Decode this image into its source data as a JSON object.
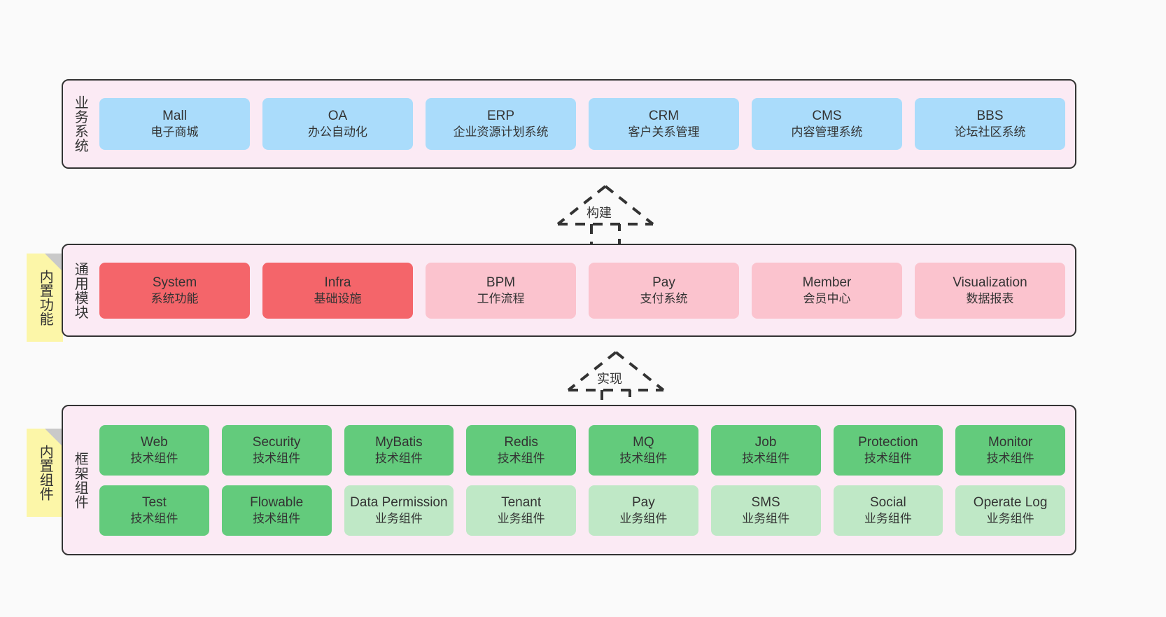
{
  "diagram": {
    "background": "#fafafa",
    "panel_fill": "#fbeaf4",
    "panel_stroke": "#333333",
    "note_fill": "#fcf6a8"
  },
  "layers": [
    {
      "id": "business-system",
      "title": "业务系统",
      "note": null,
      "rows": [
        {
          "cards": [
            {
              "title": "Mall",
              "sub": "电子商城",
              "color": "blue"
            },
            {
              "title": "OA",
              "sub": "办公自动化",
              "color": "blue"
            },
            {
              "title": "ERP",
              "sub": "企业资源计划系统",
              "color": "blue"
            },
            {
              "title": "CRM",
              "sub": "客户关系管理",
              "color": "blue"
            },
            {
              "title": "CMS",
              "sub": "内容管理系统",
              "color": "blue"
            },
            {
              "title": "BBS",
              "sub": "论坛社区系统",
              "color": "blue"
            }
          ]
        }
      ]
    },
    {
      "id": "common-modules",
      "title": "通用模块",
      "note": "内置功能",
      "rows": [
        {
          "cards": [
            {
              "title": "System",
              "sub": "系统功能",
              "color": "red"
            },
            {
              "title": "Infra",
              "sub": "基础设施",
              "color": "red"
            },
            {
              "title": "BPM",
              "sub": "工作流程",
              "color": "pink"
            },
            {
              "title": "Pay",
              "sub": "支付系统",
              "color": "pink"
            },
            {
              "title": "Member",
              "sub": "会员中心",
              "color": "pink"
            },
            {
              "title": "Visualization",
              "sub": "数据报表",
              "color": "pink"
            }
          ]
        }
      ]
    },
    {
      "id": "framework-components",
      "title": "框架组件",
      "note": "内置组件",
      "rows": [
        {
          "cards": [
            {
              "title": "Web",
              "sub": "技术组件",
              "color": "green"
            },
            {
              "title": "Security",
              "sub": "技术组件",
              "color": "green"
            },
            {
              "title": "MyBatis",
              "sub": "技术组件",
              "color": "green"
            },
            {
              "title": "Redis",
              "sub": "技术组件",
              "color": "green"
            },
            {
              "title": "MQ",
              "sub": "技术组件",
              "color": "green"
            },
            {
              "title": "Job",
              "sub": "技术组件",
              "color": "green"
            },
            {
              "title": "Protection",
              "sub": "技术组件",
              "color": "green"
            },
            {
              "title": "Monitor",
              "sub": "技术组件",
              "color": "green"
            }
          ]
        },
        {
          "cards": [
            {
              "title": "Test",
              "sub": "技术组件",
              "color": "green"
            },
            {
              "title": "Flowable",
              "sub": "技术组件",
              "color": "green"
            },
            {
              "title": "Data Permission",
              "sub": "业务组件",
              "color": "lightgreen"
            },
            {
              "title": "Tenant",
              "sub": "业务组件",
              "color": "lightgreen"
            },
            {
              "title": "Pay",
              "sub": "业务组件",
              "color": "lightgreen"
            },
            {
              "title": "SMS",
              "sub": "业务组件",
              "color": "lightgreen"
            },
            {
              "title": "Social",
              "sub": "业务组件",
              "color": "lightgreen"
            },
            {
              "title": "Operate Log",
              "sub": "业务组件",
              "color": "lightgreen"
            }
          ]
        }
      ]
    }
  ],
  "connectors": [
    {
      "id": "build-arrow",
      "label": "构建"
    },
    {
      "id": "implement-arrow",
      "label": "实现"
    }
  ]
}
